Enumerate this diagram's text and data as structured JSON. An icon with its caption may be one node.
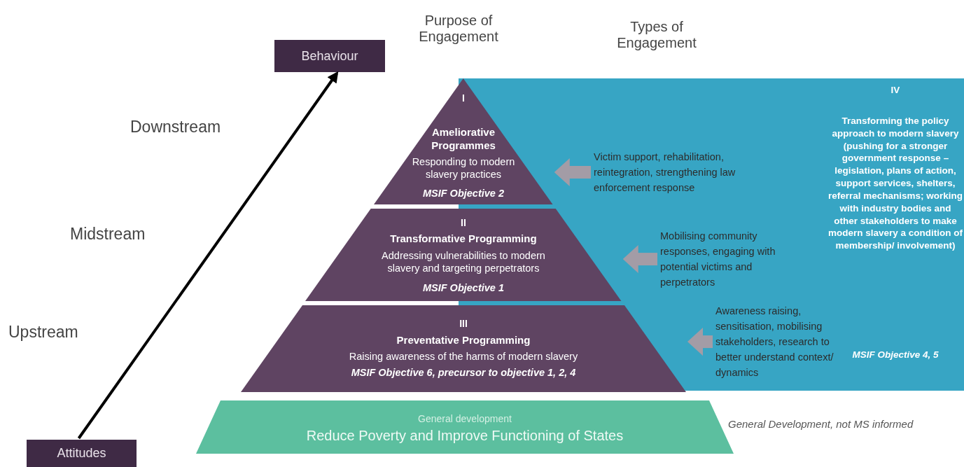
{
  "diagram": {
    "nodes": [
      {
        "text": [
          "Behaviour"
        ]
      },
      {
        "text": [
          "Attitudes"
        ]
      },
      {
        "text": [
          "I",
          "Ameliorative Programmes",
          "Responding to modern slavery practices",
          "MSIF Objective 2"
        ]
      },
      {
        "text": [
          "II",
          "Transformative Programming",
          "Addressing vulnerabilities to modern slavery and targeting perpetrators",
          "MSIF Objective 1"
        ]
      },
      {
        "text": [
          "III",
          "Preventative Programming",
          "Raising awareness of the harms of modern slavery",
          "MSIF Objective 6, precursor to objective 1, 2, 4"
        ]
      },
      {
        "text": [
          "IV",
          "Transforming the policy approach to modern slavery (pushing for a stronger government response – legislation, plans of action, support services, shelters, referral mechanisms; working with industry bodies and other stakeholders to make modern slavery a condition of membership/ involvement)",
          "MSIF Objective 4, 5"
        ]
      },
      {
        "text": [
          "General development",
          "Reduce Poverty and Improve Functioning of States"
        ]
      },
      {
        "text": [
          "Victim support, rehabilitation, reintegration, strengthening law enforcement response"
        ],
        "in": 5
      },
      {
        "text": [
          "Mobilising community responses, engaging with potential victims and perpetrators"
        ],
        "in": 5
      },
      {
        "text": [
          "Awareness raising, sensitisation, mobilising stakeholders, research to better understand context/ dynamics"
        ],
        "in": 5
      }
    ],
    "edges": [
      {
        "from": 1,
        "to": 0,
        "arrow": "to",
        "color": "#000000"
      },
      {
        "from": 7,
        "to": 2,
        "arrow": "to"
      },
      {
        "from": 8,
        "to": 3,
        "arrow": "to"
      },
      {
        "from": 9,
        "to": 4,
        "arrow": "to"
      }
    ],
    "labels": [
      "Purpose of Engagement",
      "Types of Engagement",
      "Downstream",
      "Midstream",
      "Upstream",
      "General Development, not MS informed"
    ]
  }
}
